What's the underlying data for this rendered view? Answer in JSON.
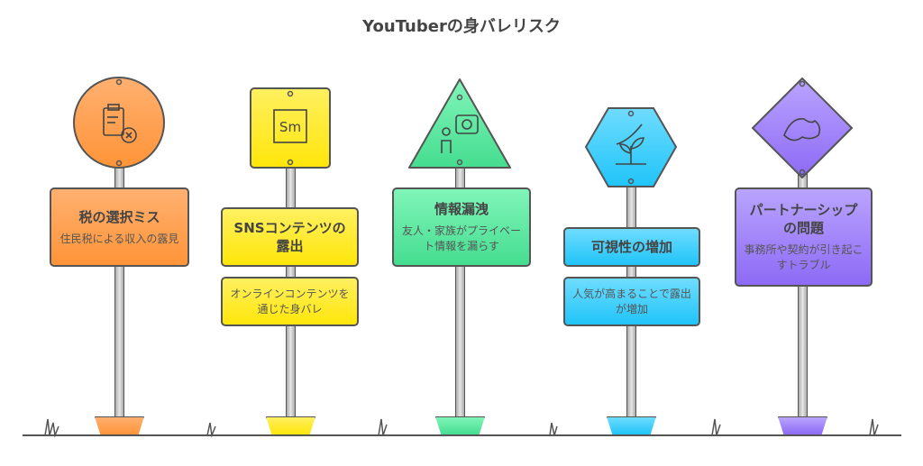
{
  "title": "YouTuberの身バレリスク",
  "signs": [
    {
      "title": "税の選択ミス",
      "desc": "住民税による収入の露見",
      "icon": "clipboard-x-icon",
      "color": "#ff9a4a"
    },
    {
      "title": "SNSコンテンツの露出",
      "desc": "オンラインコンテンツを通じた身バレ",
      "icon": "sm-logo-icon",
      "icon_text": "Sm",
      "color": "#ffe83a"
    },
    {
      "title": "情報漏洩",
      "desc": "友人・家族がプライベート情報を漏らす",
      "icon": "person-speech-icon",
      "color": "#5de8a0"
    },
    {
      "title": "可視性の増加",
      "desc": "人気が高まることで露出が増加",
      "icon": "growing-plant-icon",
      "color": "#2ec8f5"
    },
    {
      "title": "パートナーシップの問題",
      "desc": "事務所や契約が引き起こすトラブル",
      "icon": "handshake-icon",
      "color": "#9a7af5"
    }
  ]
}
